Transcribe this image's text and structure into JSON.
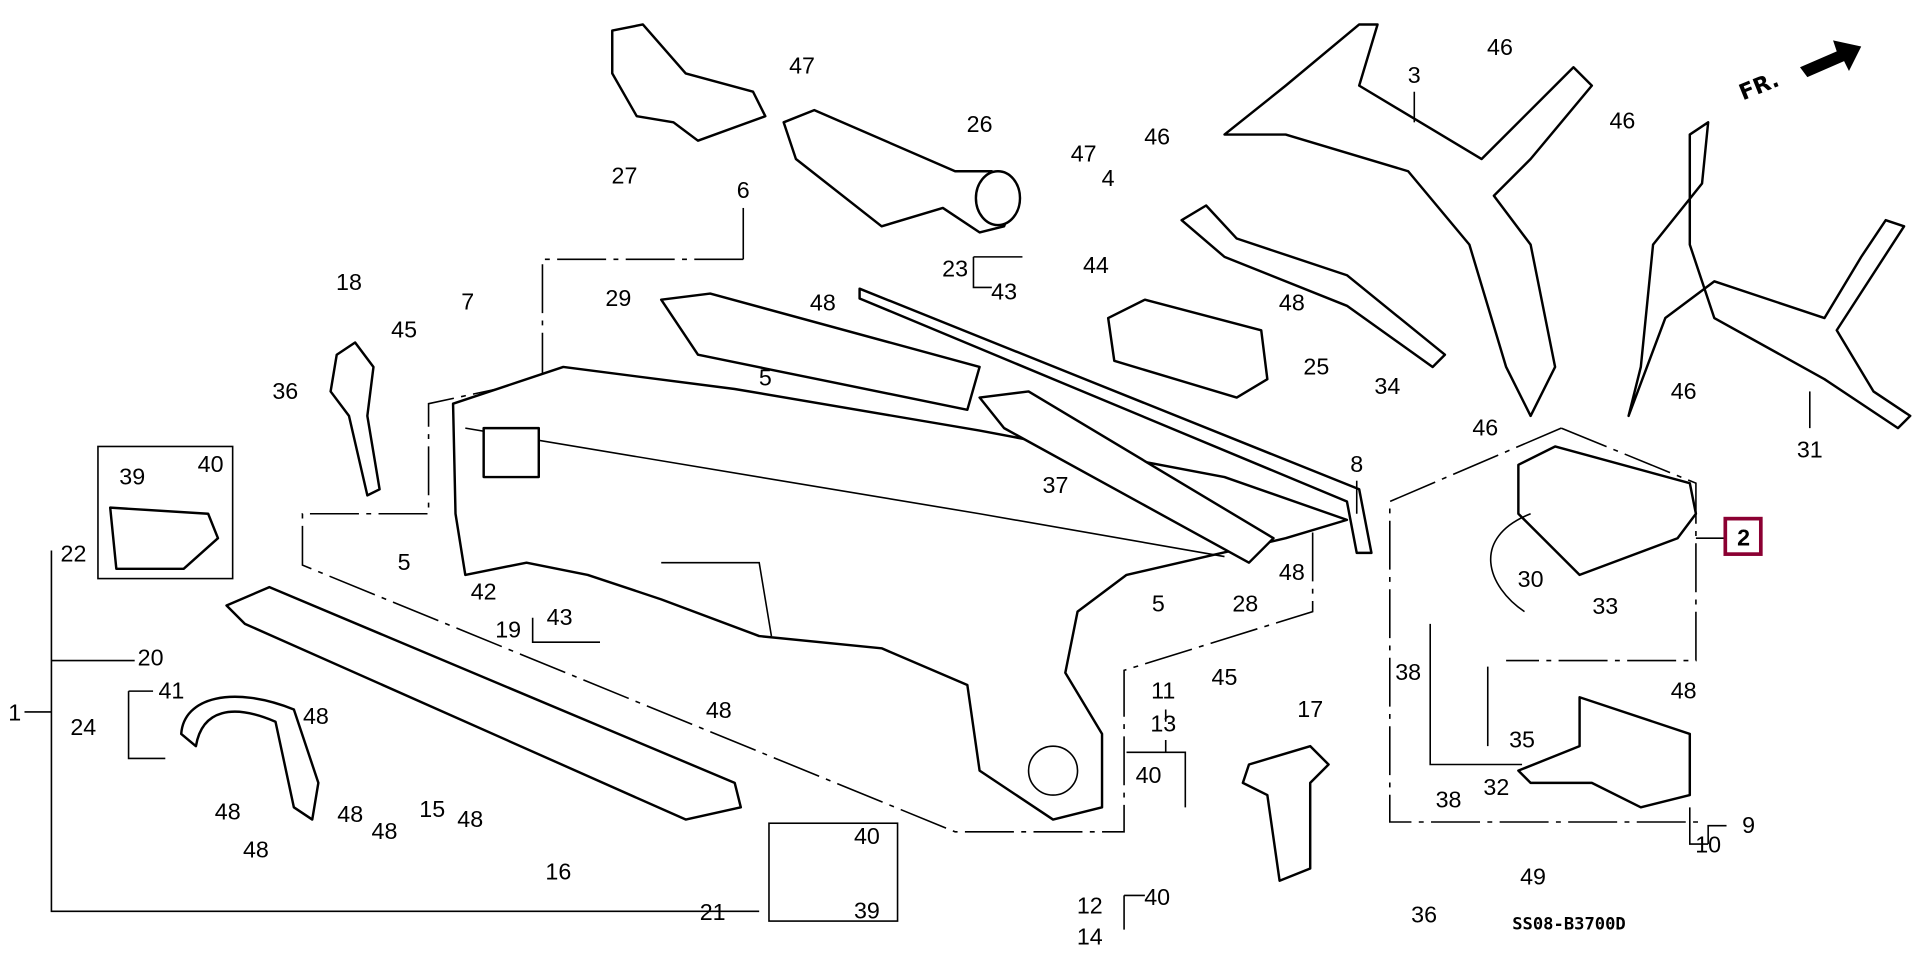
{
  "diagram": {
    "diagram_code": "SS08-B3700D",
    "front_indicator": "FR.",
    "highlight_color": "#8b0032",
    "highlighted_part": "2",
    "callouts": [
      "47",
      "27",
      "26",
      "6",
      "47",
      "4",
      "46",
      "3",
      "46",
      "46",
      "18",
      "7",
      "45",
      "29",
      "48",
      "23",
      "43",
      "44",
      "48",
      "25",
      "34",
      "5",
      "36",
      "39",
      "40",
      "46",
      "46",
      "31",
      "8",
      "37",
      "2",
      "22",
      "5",
      "48",
      "30",
      "33",
      "42",
      "5",
      "28",
      "43",
      "19",
      "20",
      "38",
      "11",
      "45",
      "41",
      "48",
      "48",
      "48",
      "24",
      "17",
      "13",
      "1",
      "35",
      "40",
      "32",
      "15",
      "48",
      "48",
      "48",
      "48",
      "38",
      "9",
      "10",
      "16",
      "40",
      "48",
      "49",
      "21",
      "39",
      "40",
      "12",
      "36",
      "14"
    ]
  }
}
